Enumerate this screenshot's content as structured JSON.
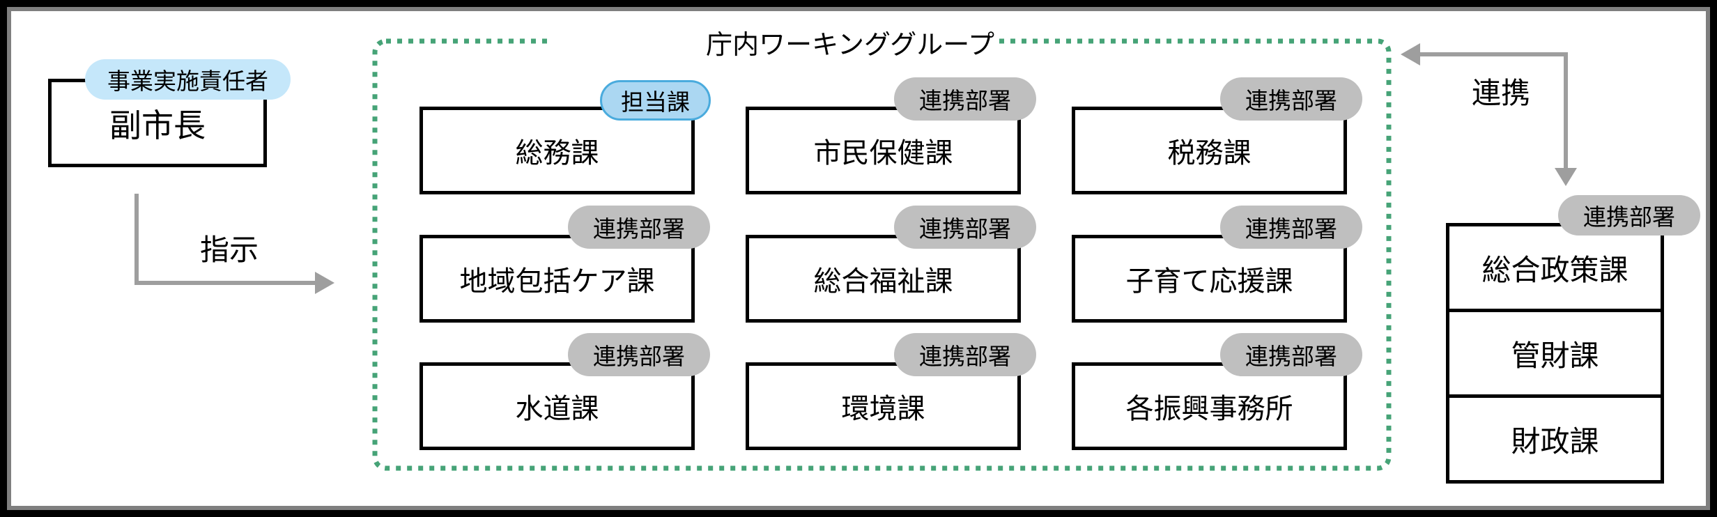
{
  "executive": {
    "badge": "事業実施責任者",
    "name": "副市長"
  },
  "flows": {
    "instruction_label": "指示",
    "cooperation_label": "連携"
  },
  "working_group": {
    "title": "庁内ワーキンググループ",
    "departments": [
      {
        "name": "総務課",
        "badge": "担当課"
      },
      {
        "name": "市民保健課",
        "badge": "連携部署"
      },
      {
        "name": "税務課",
        "badge": "連携部署"
      },
      {
        "name": "地域包括ケア課",
        "badge": "連携部署"
      },
      {
        "name": "総合福祉課",
        "badge": "連携部署"
      },
      {
        "name": "子育て応援課",
        "badge": "連携部署"
      },
      {
        "name": "水道課",
        "badge": "連携部署"
      },
      {
        "name": "環境課",
        "badge": "連携部署"
      },
      {
        "name": "各振興事務所",
        "badge": "連携部署"
      }
    ]
  },
  "external_departments": {
    "badge": "連携部署",
    "items": [
      {
        "name": "総合政策課"
      },
      {
        "name": "管財課"
      },
      {
        "name": "財政課"
      }
    ]
  },
  "colors": {
    "dotted_border_green": "#46a377",
    "arrow_gray": "#9e9e9e",
    "badge_gray": "#bfbfbf",
    "lead_badge_fill": "#abd7f2",
    "lead_badge_border": "#4aabdd",
    "executive_badge_fill": "#c5e7fa",
    "frame_outer_black": "#000000",
    "frame_inner_gray": "#7f7f7f"
  }
}
